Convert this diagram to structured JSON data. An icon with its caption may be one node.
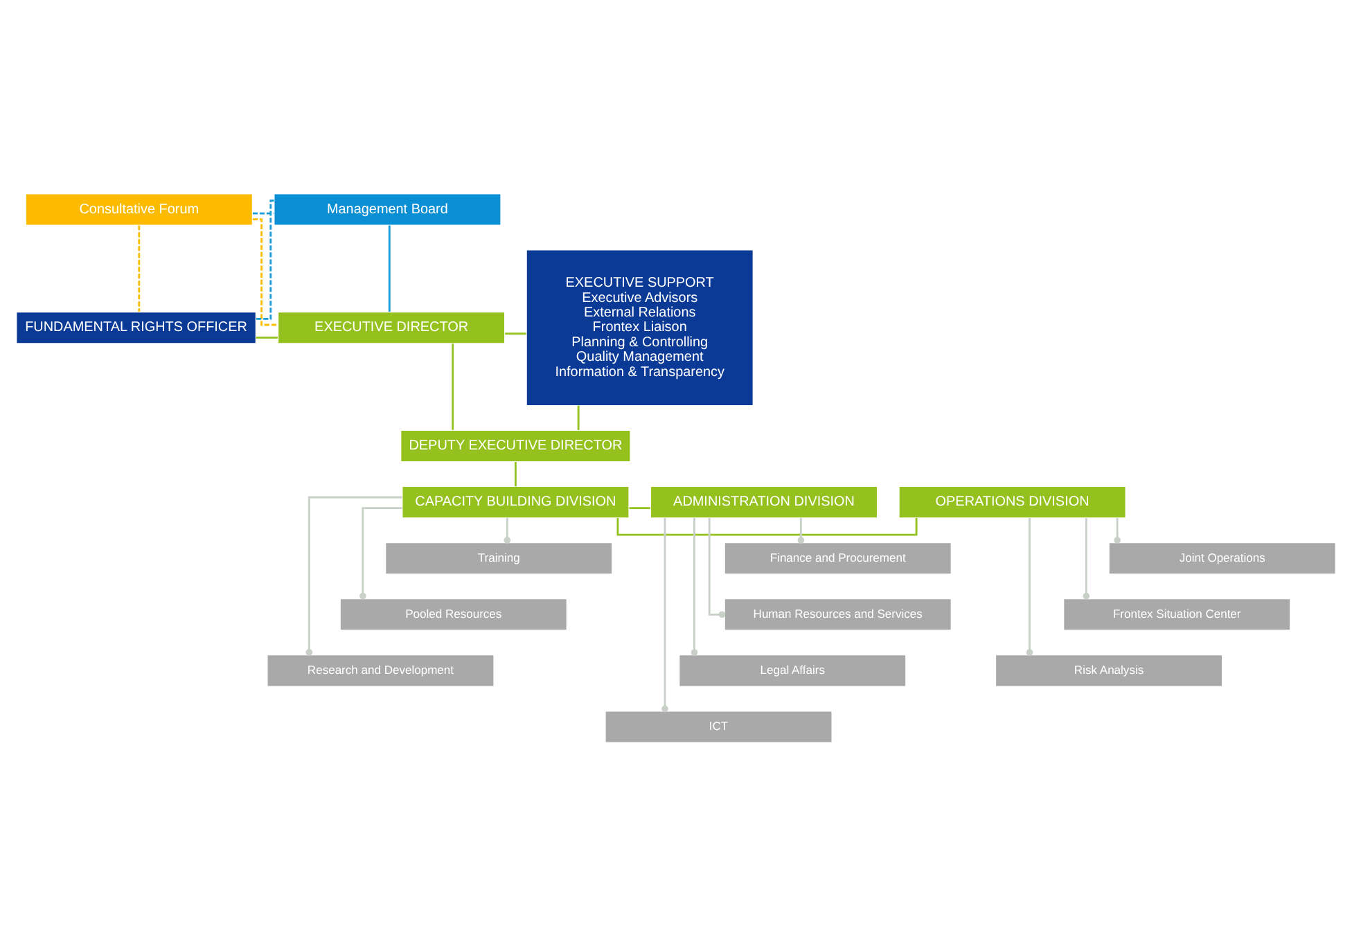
{
  "diagram": {
    "nodes": [
      {
        "text": [
          "Consultative Forum"
        ]
      },
      {
        "text": [
          "Management Board"
        ]
      },
      {
        "text": [
          "FUNDAMENTAL RIGHTS OFFICER"
        ]
      },
      {
        "text": [
          "EXECUTIVE DIRECTOR"
        ]
      },
      {
        "text": [
          "EXECUTIVE SUPPORT",
          "Executive Advisors",
          "External Relations",
          "Frontex Liaison",
          "Planning & Controlling",
          "Quality Management",
          "Information & Transparency"
        ]
      },
      {
        "text": [
          "DEPUTY EXECUTIVE DIRECTOR"
        ]
      },
      {
        "text": [
          "OPERATIONS DIVISION"
        ]
      },
      {
        "text": [
          "CAPACITY BUILDING DIVISION"
        ]
      },
      {
        "text": [
          "ADMINISTRATION DIVISION"
        ]
      },
      {
        "text": [
          "Joint Operations"
        ]
      },
      {
        "text": [
          "Frontex Situation Center"
        ]
      },
      {
        "text": [
          "Risk Analysis"
        ]
      },
      {
        "text": [
          "Training"
        ]
      },
      {
        "text": [
          "Pooled Resources"
        ]
      },
      {
        "text": [
          "Research and Development"
        ]
      },
      {
        "text": [
          "Finance and Procurement"
        ]
      },
      {
        "text": [
          "Human Resources and Services"
        ]
      },
      {
        "text": [
          "Legal Affairs"
        ]
      },
      {
        "text": [
          "ICT"
        ]
      }
    ],
    "edges": [
      {
        "from": 0,
        "to": 1,
        "arrow": "none",
        "style": "dashed",
        "color": "#1a9bd7"
      },
      {
        "from": 1,
        "to": 2,
        "arrow": "none",
        "style": "dashed",
        "color": "#1a9bd7"
      },
      {
        "from": 0,
        "to": 2,
        "arrow": "none",
        "style": "dashed",
        "color": "#fbbd00"
      },
      {
        "from": 0,
        "to": 3,
        "arrow": "none",
        "style": "dashed",
        "color": "#fbbd00"
      },
      {
        "from": 1,
        "to": 3,
        "arrow": "none",
        "color": "#1a9bd7"
      },
      {
        "from": 2,
        "to": 3,
        "arrow": "none",
        "color": "#95c11f"
      },
      {
        "from": 3,
        "to": 4,
        "arrow": "none",
        "color": "#95c11f"
      },
      {
        "from": 3,
        "to": 5,
        "arrow": "none",
        "color": "#95c11f"
      },
      {
        "from": 5,
        "to": 4,
        "arrow": "none",
        "color": "#95c11f"
      },
      {
        "from": 5,
        "to": 7,
        "arrow": "none",
        "color": "#95c11f"
      },
      {
        "from": 7,
        "to": 6,
        "arrow": "none",
        "color": "#95c11f"
      },
      {
        "from": 7,
        "to": 8,
        "arrow": "none",
        "color": "#95c11f"
      },
      {
        "from": 6,
        "to": 9,
        "arrow": "other",
        "color": "#c8d0c8"
      },
      {
        "from": 6,
        "to": 10,
        "arrow": "other",
        "color": "#c8d0c8"
      },
      {
        "from": 6,
        "to": 11,
        "arrow": "other",
        "color": "#c8d0c8"
      },
      {
        "from": 7,
        "to": 12,
        "arrow": "other",
        "color": "#c8d0c8"
      },
      {
        "from": 7,
        "to": 13,
        "arrow": "other",
        "color": "#c8d0c8"
      },
      {
        "from": 7,
        "to": 14,
        "arrow": "other",
        "color": "#c8d0c8"
      },
      {
        "from": 8,
        "to": 15,
        "arrow": "other",
        "color": "#c8d0c8"
      },
      {
        "from": 8,
        "to": 16,
        "arrow": "other",
        "color": "#c8d0c8"
      },
      {
        "from": 8,
        "to": 17,
        "arrow": "other",
        "color": "#c8d0c8"
      },
      {
        "from": 8,
        "to": 18,
        "arrow": "other",
        "color": "#c8d0c8"
      }
    ]
  }
}
